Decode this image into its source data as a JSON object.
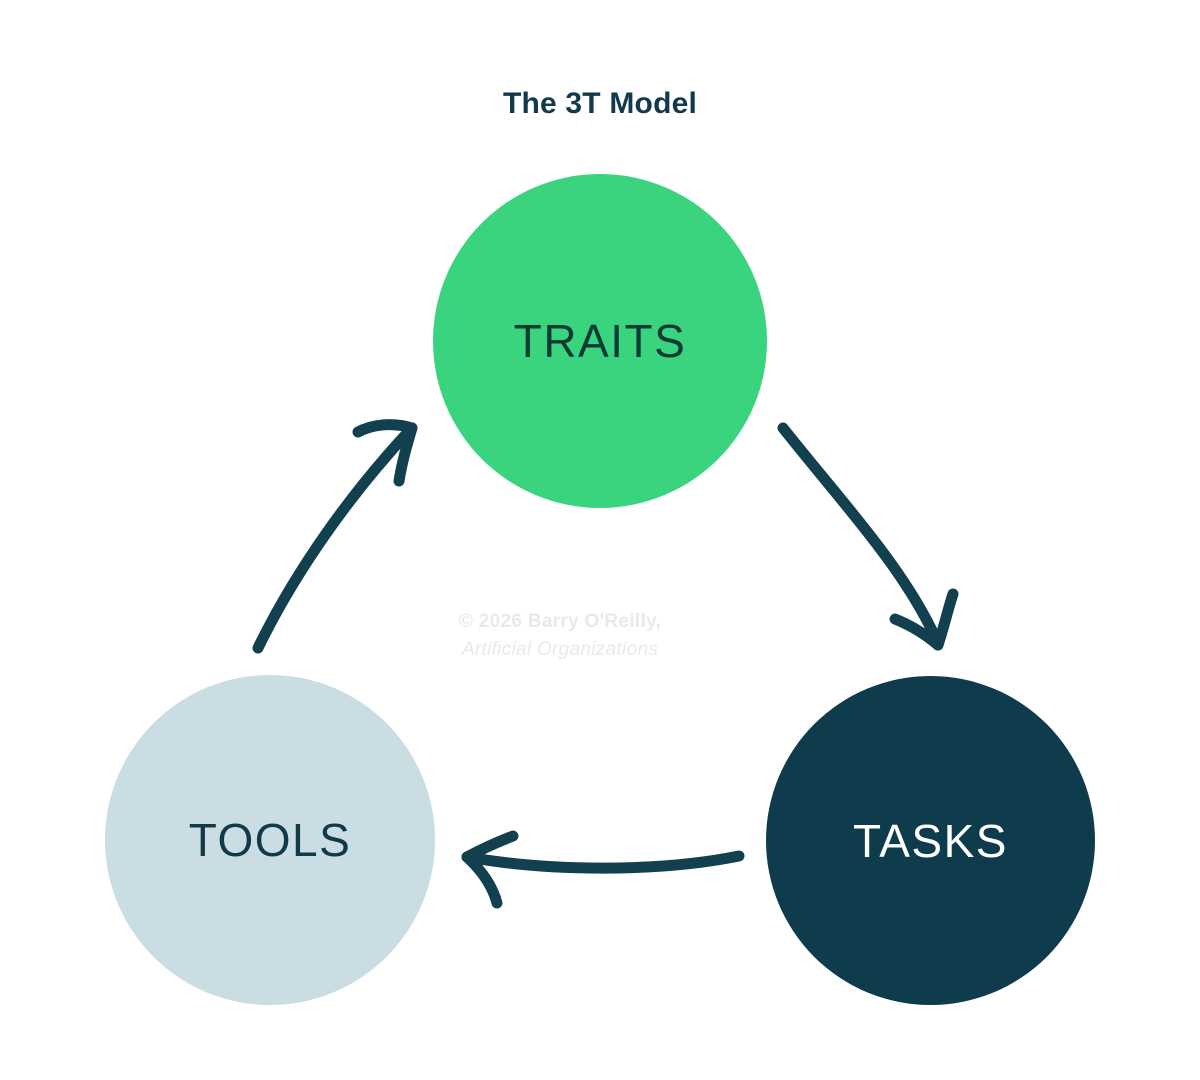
{
  "diagram": {
    "title": "The 3T Model",
    "type": "cycle",
    "background_color": "#ffffff",
    "nodes": [
      {
        "id": "traits",
        "label": "TRAITS",
        "fill_color": "#3bd47e",
        "text_color": "#0d3a33",
        "position": "top-center"
      },
      {
        "id": "tasks",
        "label": "TASKS",
        "fill_color": "#0e3c4c",
        "text_color": "#ffffff",
        "position": "bottom-right"
      },
      {
        "id": "tools",
        "label": "TOOLS",
        "fill_color": "#c9dde2",
        "text_color": "#12394a",
        "position": "bottom-left"
      }
    ],
    "connectors": [
      {
        "id": "traits-to-tasks",
        "icon": "curved-arrow-icon",
        "from": "traits",
        "to": "tasks",
        "color": "#13404f",
        "direction": "down-right"
      },
      {
        "id": "tasks-to-tools",
        "icon": "curved-arrow-icon",
        "from": "tasks",
        "to": "tools",
        "color": "#13404f",
        "direction": "left"
      },
      {
        "id": "tools-to-traits",
        "icon": "curved-arrow-icon",
        "from": "tools",
        "to": "traits",
        "color": "#13404f",
        "direction": "up-right"
      }
    ]
  },
  "watermark": {
    "line1": "© 2026 Barry O'Reilly,",
    "line2": "Artificial Organizations",
    "color": "#e7eaec"
  }
}
